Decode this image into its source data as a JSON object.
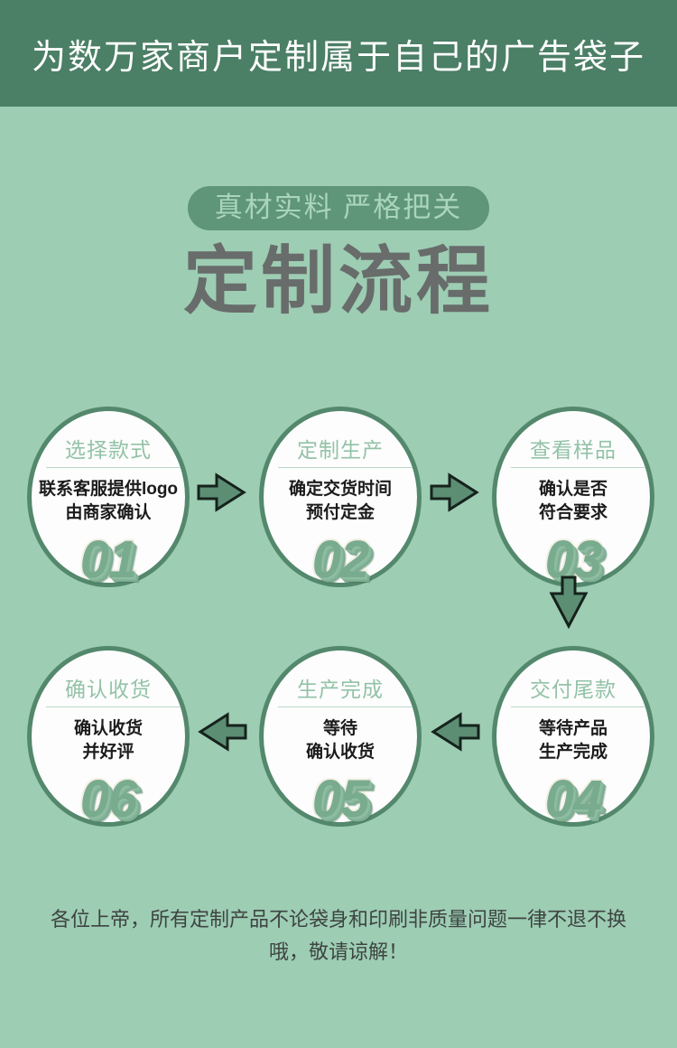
{
  "banner": {
    "title": "为数万家商户定制属于自己的广告袋子"
  },
  "heading": {
    "badge": "真材实料 严格把关",
    "title": "定制流程"
  },
  "steps": [
    {
      "title": "选择款式",
      "body_line1": "联系客服提供logo",
      "body_line2": "由商家确认",
      "number": "01"
    },
    {
      "title": "定制生产",
      "body_line1": "确定交货时间",
      "body_line2": "预付定金",
      "number": "02"
    },
    {
      "title": "查看样品",
      "body_line1": "确认是否",
      "body_line2": "符合要求",
      "number": "03"
    },
    {
      "title": "交付尾款",
      "body_line1": "等待产品",
      "body_line2": "生产完成",
      "number": "04"
    },
    {
      "title": "生产完成",
      "body_line1": "等待",
      "body_line2": "确认收货",
      "number": "05"
    },
    {
      "title": "确认收货",
      "body_line1": "确认收货",
      "body_line2": "并好评",
      "number": "06"
    }
  ],
  "arrows": [
    {
      "name": "arrow-right-icon",
      "direction": "right"
    },
    {
      "name": "arrow-right-icon",
      "direction": "right"
    },
    {
      "name": "arrow-down-icon",
      "direction": "down"
    },
    {
      "name": "arrow-left-icon",
      "direction": "left"
    },
    {
      "name": "arrow-left-icon",
      "direction": "left"
    }
  ],
  "footer": {
    "notice": "各位上帝，所有定制产品不论袋身和印刷非质量问题一律不退不换哦，敬请谅解！"
  },
  "colors": {
    "banner_bg": "#4b7f66",
    "page_bg": "#9dcdb3",
    "badge_bg": "#5f9578",
    "badge_text": "#a9d5bb",
    "title_text": "#686c6b",
    "circle_border": "#53886c",
    "circle_fill": "#fdfdfd",
    "node_title": "#93c2a7",
    "node_body": "#1b1b1b",
    "number_face": "#f2efe4",
    "number_depth": "#79ab8e",
    "arrow_fill": "#5c8e74",
    "arrow_stroke": "#16221c",
    "footer_text": "#3e4442"
  }
}
